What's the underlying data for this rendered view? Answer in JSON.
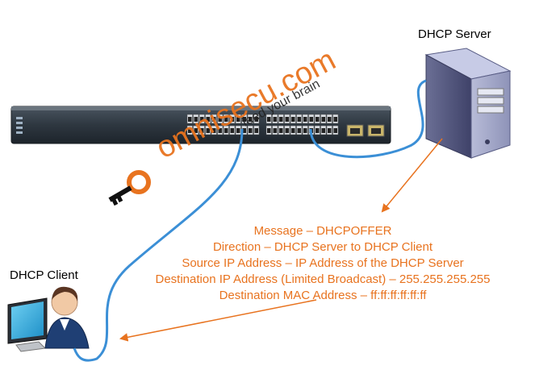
{
  "server": {
    "label": "DHCP Server"
  },
  "client": {
    "label": "DHCP Client"
  },
  "message": {
    "lines": [
      "Message – DHCPOFFER",
      "Direction – DHCP Server to DHCP  Client",
      "Source IP Address – IP Address of the DHCP Server",
      "Destination IP Address (Limited Broadcast) – 255.255.255.255",
      "Destination MAC Address – ff:ff:ff:ff:ff:ff"
    ]
  },
  "watermark": {
    "brand": "omnisecu.com",
    "tagline": "feed your brain"
  },
  "colors": {
    "arrow": "#e8731f",
    "cable": "#3b8fd6",
    "text_accent": "#e8731f"
  }
}
